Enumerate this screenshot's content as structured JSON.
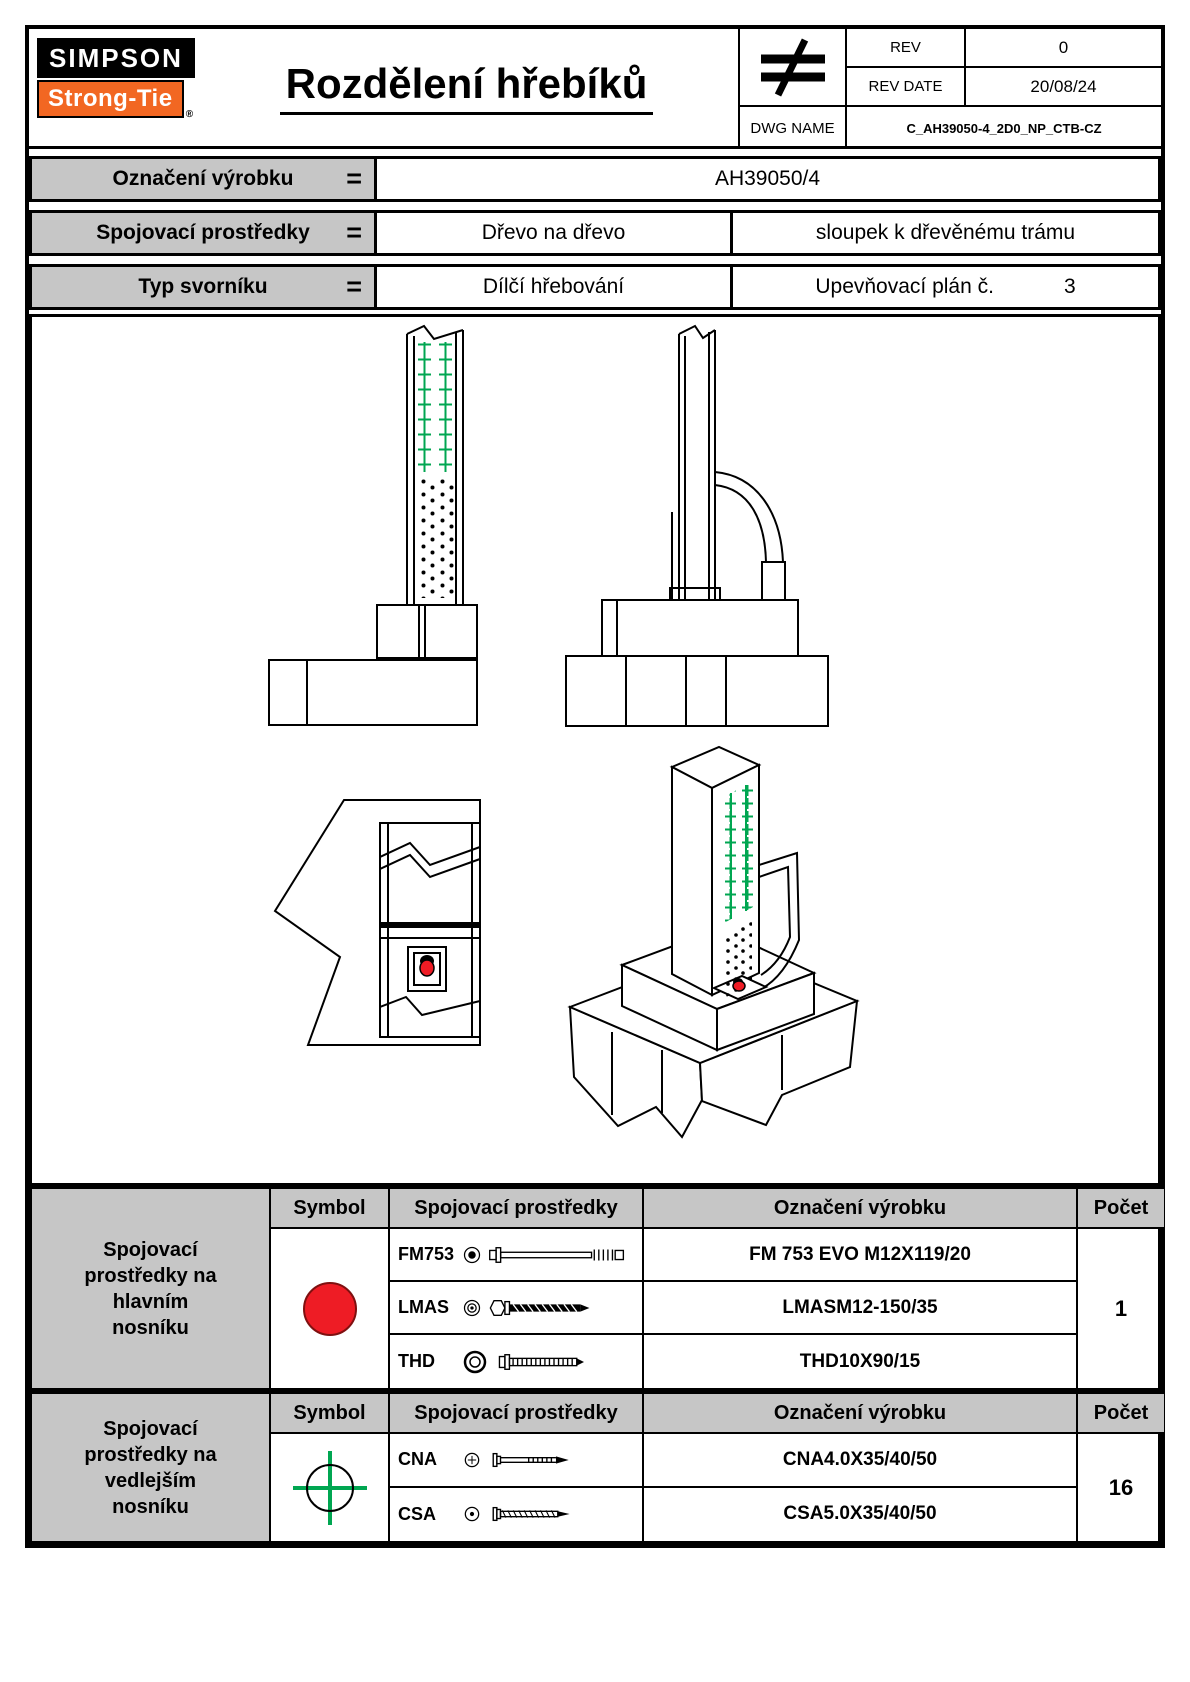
{
  "colors": {
    "orange": "#f26722",
    "gray": "#c6c6c6",
    "red": "#ee1c25",
    "green": "#00a651"
  },
  "header": {
    "logo_line1": "SIMPSON",
    "logo_line2": "Strong-Tie",
    "logo_reg": "®",
    "title": "Rozdělení hřebíků",
    "not_equal_symbol": "≠",
    "rev_label": "REV",
    "rev_value": "0",
    "rev_date_label": "REV DATE",
    "rev_date_value": "20/08/24",
    "dwg_name_label": "DWG NAME",
    "dwg_name_value": "C_AH39050-4_2D0_NP_CTB-CZ"
  },
  "info": {
    "row1_label": "Označení výrobku",
    "row1_eq": "=",
    "row1_value": "AH39050/4",
    "row2_label": "Spojovací prostředky",
    "row2_eq": "=",
    "row2_value1": "Dřevo na dřevo",
    "row2_value2": "sloupek k dřevěnému trámu",
    "row3_label": "Typ svorníku",
    "row3_eq": "=",
    "row3_value1": "Dílčí hřebování",
    "row3_value2": "Upevňovací plán č.",
    "row3_value3": "3"
  },
  "fastener_tables": [
    {
      "group_label": "Spojovací prostředky na hlavním nosníku",
      "col_symbol": "Symbol",
      "col_fastener": "Spojovací prostředky",
      "col_product": "Označení výrobku",
      "col_count": "Počet",
      "symbol": "red-filled-circle",
      "count": "1",
      "rows": [
        {
          "code": "FM753",
          "icon": "washer-head-bolt",
          "product": "FM 753 EVO M12X119/20"
        },
        {
          "code": "LMAS",
          "icon": "hex-head-coach-screw",
          "product": "LMASM12-150/35"
        },
        {
          "code": "THD",
          "icon": "hex-head-ribbed-screw",
          "product": "THD10X90/15"
        }
      ]
    },
    {
      "group_label": "Spojovací prostředky na vedlejším nosníku",
      "col_symbol": "Symbol",
      "col_fastener": "Spojovací prostředky",
      "col_product": "Označení výrobku",
      "col_count": "Počet",
      "symbol": "green-crosshair-circle",
      "count": "16",
      "rows": [
        {
          "code": "CNA",
          "icon": "ring-shank-nail",
          "product": "CNA4.0X35/40/50"
        },
        {
          "code": "CSA",
          "icon": "threaded-screw-nail",
          "product": "CSA5.0X35/40/50"
        }
      ]
    }
  ]
}
